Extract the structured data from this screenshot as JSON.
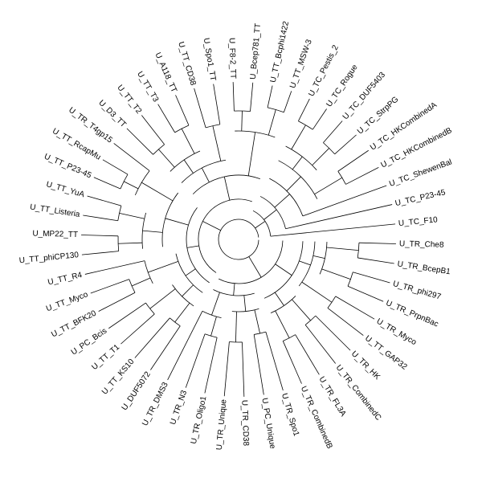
{
  "tree": {
    "line_color": "#000000",
    "leaves": [
      {
        "label": "U_TR_Che8",
        "clade": "TR"
      },
      {
        "label": "U_TR_BcepB1",
        "clade": "TR"
      },
      {
        "label": "U_TR_phi297",
        "clade": "TR"
      },
      {
        "label": "U_TR_PrpnBac",
        "clade": "TR"
      },
      {
        "label": "U_TR_Myco",
        "clade": "TR"
      },
      {
        "label": "U_TT_GAP32",
        "clade": "TR"
      },
      {
        "label": "U_TR_HK",
        "clade": "TR"
      },
      {
        "label": "U_TR_CombinedC",
        "clade": "TR"
      },
      {
        "label": "U_TR_FL3A",
        "clade": "TR"
      },
      {
        "label": "U_TR_CombinedB",
        "clade": "TR"
      },
      {
        "label": "U_TR_Spo1",
        "clade": "TR"
      },
      {
        "label": "U_PC_Unique",
        "clade": "TR"
      },
      {
        "label": "U_TR_CD38",
        "clade": "TR"
      },
      {
        "label": "U_TR_Unique",
        "clade": "TR"
      },
      {
        "label": "U_TR_Oligo1",
        "clade": "TR"
      },
      {
        "label": "U_TR_N3",
        "clade": "TR"
      },
      {
        "label": "U_TR_DMS3",
        "clade": "TR"
      },
      {
        "label": "U_DUF5072",
        "clade": "TT"
      },
      {
        "label": "U_TT_KS10",
        "clade": "TT"
      },
      {
        "label": "U_TT_T1",
        "clade": "TT"
      },
      {
        "label": "U_PC_Bcis",
        "clade": "TT"
      },
      {
        "label": "U_TT_BFK20",
        "clade": "TT"
      },
      {
        "label": "U_TT_Myco",
        "clade": "TT"
      },
      {
        "label": "U_TT_R4",
        "clade": "TT"
      },
      {
        "label": "U_TT_phiCP130",
        "clade": "TT"
      },
      {
        "label": "U_MP22_TT",
        "clade": "TT"
      },
      {
        "label": "U_TT_Listeria",
        "clade": "TT"
      },
      {
        "label": "U_TT_YuA",
        "clade": "TT"
      },
      {
        "label": "U_TT_P23-45",
        "clade": "TT"
      },
      {
        "label": "U_TT_RcapMu",
        "clade": "TT"
      },
      {
        "label": "U_TR_T4gp15",
        "clade": "TT"
      },
      {
        "label": "U_D3_TT",
        "clade": "TT"
      },
      {
        "label": "U_TT_T2",
        "clade": "TT"
      },
      {
        "label": "U_TT_T3",
        "clade": "TT"
      },
      {
        "label": "U_A118_TT",
        "clade": "TT"
      },
      {
        "label": "U_TT_CD38",
        "clade": "TT"
      },
      {
        "label": "U_Spo1_TT",
        "clade": "TT"
      },
      {
        "label": "U_F8-2_TT",
        "clade": "TT"
      },
      {
        "label": "U_Bcep781_TT",
        "clade": "TT"
      },
      {
        "label": "U_TT_Bcphi1422",
        "clade": "TT"
      },
      {
        "label": "U_TT_MSW-3",
        "clade": "TT"
      },
      {
        "label": "U_TC_Pestis_2",
        "clade": "TC"
      },
      {
        "label": "U_TC_Rogue",
        "clade": "TC"
      },
      {
        "label": "U_TC_DUF5403",
        "clade": "TC"
      },
      {
        "label": "U_TC_StrpPG",
        "clade": "TC"
      },
      {
        "label": "U_TC_HKCombinedA",
        "clade": "TC"
      },
      {
        "label": "U_TC_HKCombinedB",
        "clade": "TC"
      },
      {
        "label": "U_TC_ShewenBal",
        "clade": "TC"
      },
      {
        "label": "U_TC_P23-45",
        "clade": "TC"
      },
      {
        "label": "U_TC_F10",
        "clade": "TC"
      }
    ]
  }
}
